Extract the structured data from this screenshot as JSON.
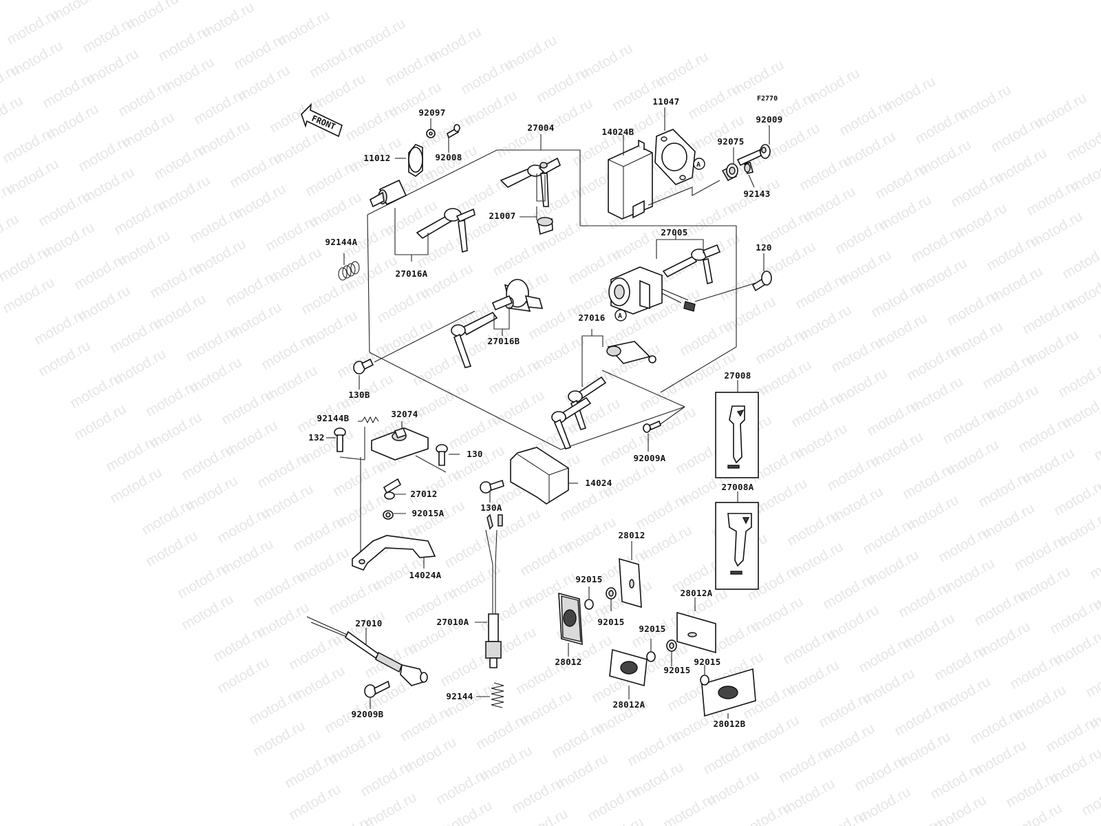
{
  "watermark": "motod.ru",
  "figure_code": "F2770",
  "front_label": "FRONT",
  "callouts": [
    "11047",
    "14024B",
    "92009",
    "92075",
    "92143",
    "92097",
    "92008",
    "11012",
    "27004",
    "21007",
    "92144A",
    "27016A",
    "27005",
    "120",
    "27016B",
    "27016",
    "130B",
    "27008",
    "92144B",
    "32074",
    "132",
    "130",
    "92009A",
    "14024",
    "27012",
    "92015A",
    "130A",
    "27008A",
    "28012",
    "14024A",
    "92015",
    "28012A",
    "27010",
    "27010A",
    "92144",
    "92009B",
    "28012B"
  ],
  "ref_marker": "A",
  "colors": {
    "line": "#222222",
    "watermark": "#e6e6e6",
    "background": "#ffffff"
  }
}
